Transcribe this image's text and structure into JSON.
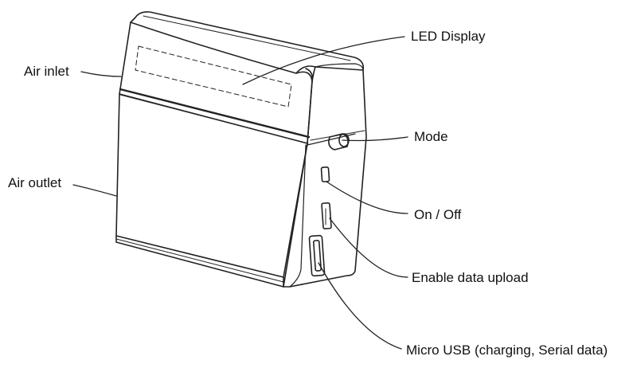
{
  "labels": {
    "led_display": "LED Display",
    "air_inlet": "Air inlet",
    "air_outlet": "Air outlet",
    "mode": "Mode",
    "on_off": "On / Off",
    "enable_upload": "Enable data upload",
    "micro_usb": "Micro USB (charging, Serial data)"
  },
  "colors": {
    "line": "#222222",
    "background": "#ffffff"
  }
}
